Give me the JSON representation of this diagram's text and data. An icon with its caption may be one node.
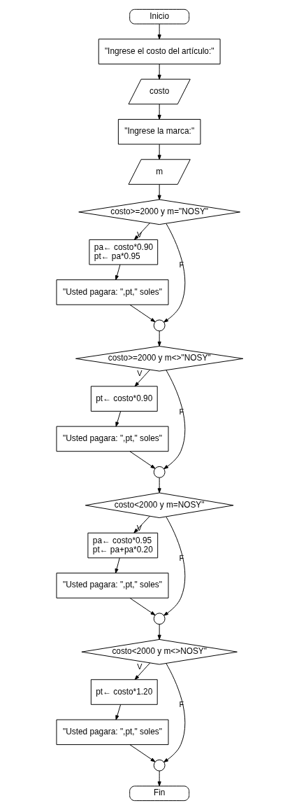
{
  "diagram": {
    "nodes": [
      {
        "text": [
          "Inicio"
        ]
      },
      {
        "text": [
          "\"Ingrese el costo del artículo:\""
        ]
      },
      {
        "text": [
          "costo"
        ]
      },
      {
        "text": [
          "\"Ingrese la marca:\""
        ]
      },
      {
        "text": [
          "m"
        ]
      },
      {
        "text": [
          "costo>=2000 y m=\"NOSY\""
        ]
      },
      {
        "text": [
          "pa← costo*0.90",
          "pt← pa*0.95"
        ]
      },
      {
        "text": [
          "\"Usted pagara: \",pt,\" soles\""
        ]
      },
      {
        "text": [],
        "shape": "circle"
      },
      {
        "text": [
          "costo>=2000 y m<>\"NOSY\""
        ]
      },
      {
        "text": [
          "pt← costo*0.90"
        ]
      },
      {
        "text": [
          "\"Usted pagara: \",pt,\" soles\""
        ]
      },
      {
        "text": [],
        "shape": "circle"
      },
      {
        "text": [
          "costo<2000 y m=NOSY\""
        ]
      },
      {
        "text": [
          "pa← costo*0.95",
          "pt← pa+pa*0.20"
        ]
      },
      {
        "text": [
          "\"Usted pagara: \",pt,\" soles\""
        ]
      },
      {
        "text": [],
        "shape": "circle"
      },
      {
        "text": [
          "costo<2000 y m<>NOSY\""
        ]
      },
      {
        "text": [
          "pt← costo*1.20"
        ]
      },
      {
        "text": [
          "\"Usted pagara: \",pt,\" soles\""
        ]
      },
      {
        "text": [],
        "shape": "circle"
      },
      {
        "text": [
          "Fin"
        ]
      }
    ],
    "edges": [
      {
        "from": 0,
        "to": 1,
        "arrow": "to"
      },
      {
        "from": 1,
        "to": 2,
        "arrow": "to"
      },
      {
        "from": 2,
        "to": 3,
        "arrow": "to"
      },
      {
        "from": 3,
        "to": 4,
        "arrow": "to"
      },
      {
        "from": 4,
        "to": 5,
        "arrow": "to"
      },
      {
        "from": 5,
        "to": 6,
        "label": "V",
        "arrow": "to"
      },
      {
        "from": 6,
        "to": 7,
        "arrow": "to"
      },
      {
        "from": 7,
        "to": 8,
        "arrow": "to"
      },
      {
        "from": 5,
        "to": 8,
        "label": "F",
        "arrow": "to"
      },
      {
        "from": 8,
        "to": 9,
        "arrow": "to"
      },
      {
        "from": 9,
        "to": 10,
        "label": "V",
        "arrow": "to"
      },
      {
        "from": 10,
        "to": 11,
        "arrow": "to"
      },
      {
        "from": 11,
        "to": 12,
        "arrow": "to"
      },
      {
        "from": 9,
        "to": 12,
        "label": "F",
        "arrow": "to"
      },
      {
        "from": 12,
        "to": 13,
        "arrow": "to"
      },
      {
        "from": 13,
        "to": 14,
        "label": "V",
        "arrow": "to"
      },
      {
        "from": 14,
        "to": 15,
        "arrow": "to"
      },
      {
        "from": 15,
        "to": 16,
        "arrow": "to"
      },
      {
        "from": 13,
        "to": 16,
        "label": "F",
        "arrow": "to"
      },
      {
        "from": 16,
        "to": 17,
        "arrow": "to"
      },
      {
        "from": 17,
        "to": 18,
        "label": "V",
        "arrow": "to"
      },
      {
        "from": 18,
        "to": 19,
        "arrow": "to"
      },
      {
        "from": 19,
        "to": 20,
        "arrow": "to"
      },
      {
        "from": 17,
        "to": 20,
        "label": "F",
        "arrow": "to"
      },
      {
        "from": 20,
        "to": 21,
        "arrow": "to"
      }
    ]
  }
}
